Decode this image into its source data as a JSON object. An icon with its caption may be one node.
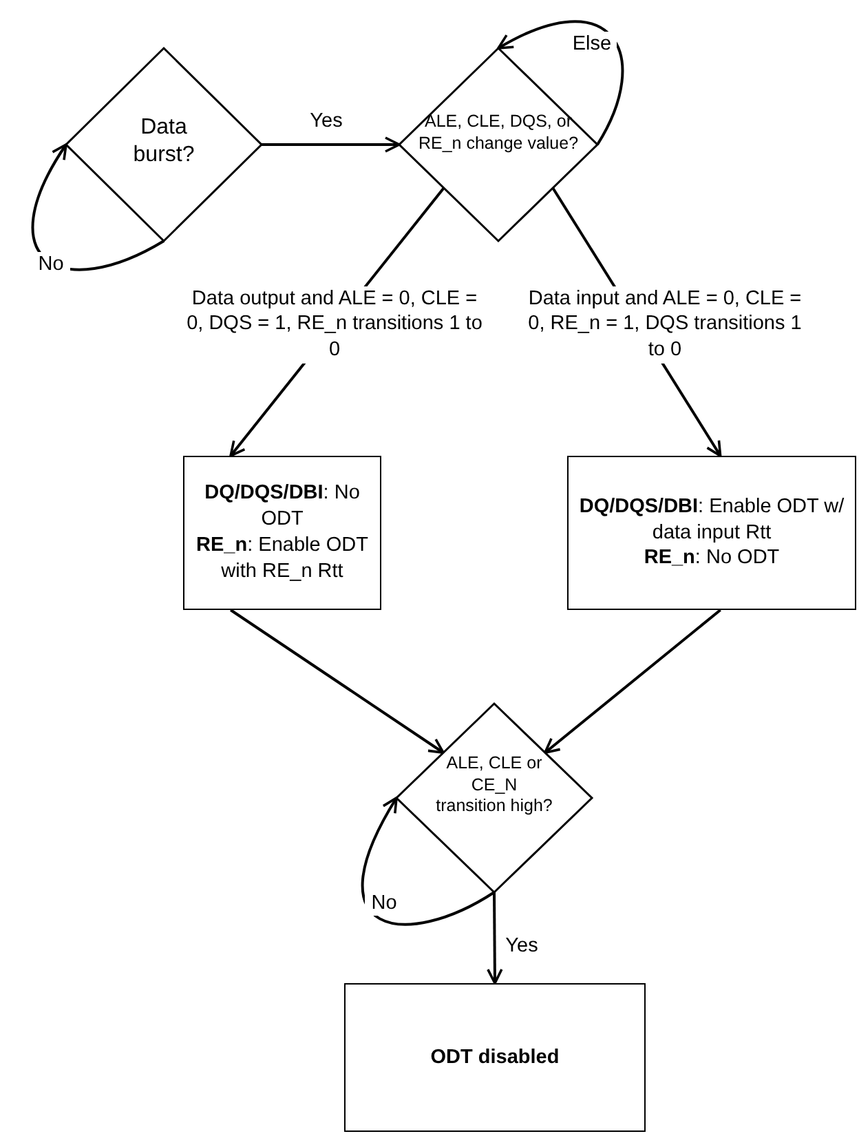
{
  "diagram": {
    "nodes": [
      {
        "text": [
          "Data burst?"
        ]
      },
      {
        "text": [
          "ALE, CLE, DQS, or RE_n change value?"
        ]
      },
      {
        "text": [
          "**DQ/DQS/DBI**: No ODT",
          "**RE_n**: Enable ODT with RE_n Rtt"
        ]
      },
      {
        "text": [
          "**DQ/DQS/DBI**: Enable ODT w/ data input Rtt",
          "**RE_n**: No ODT"
        ]
      },
      {
        "text": [
          "ALE, CLE or CE_N transition high?"
        ]
      },
      {
        "text": [
          "ODT disabled"
        ]
      }
    ],
    "edges": [
      {
        "from": 0,
        "to": 1,
        "arrow": "to",
        "label": "Yes"
      },
      {
        "from": 0,
        "to": 0,
        "arrow": "to",
        "label": "No"
      },
      {
        "from": 1,
        "to": 1,
        "arrow": "to",
        "label": "Else"
      },
      {
        "from": 1,
        "to": 2,
        "arrow": "to",
        "label": "Data output and ALE = 0, CLE = 0, DQS = 1, RE_n transitions 1 to 0"
      },
      {
        "from": 1,
        "to": 3,
        "arrow": "to",
        "label": "Data input and ALE = 0, CLE = 0, RE_n = 1, DQS transitions 1 to 0"
      },
      {
        "from": 2,
        "to": 4,
        "arrow": "to"
      },
      {
        "from": 3,
        "to": 4,
        "arrow": "to"
      },
      {
        "from": 4,
        "to": 4,
        "arrow": "to",
        "label": "No"
      },
      {
        "from": 4,
        "to": 5,
        "arrow": "to",
        "label": "Yes"
      }
    ]
  }
}
